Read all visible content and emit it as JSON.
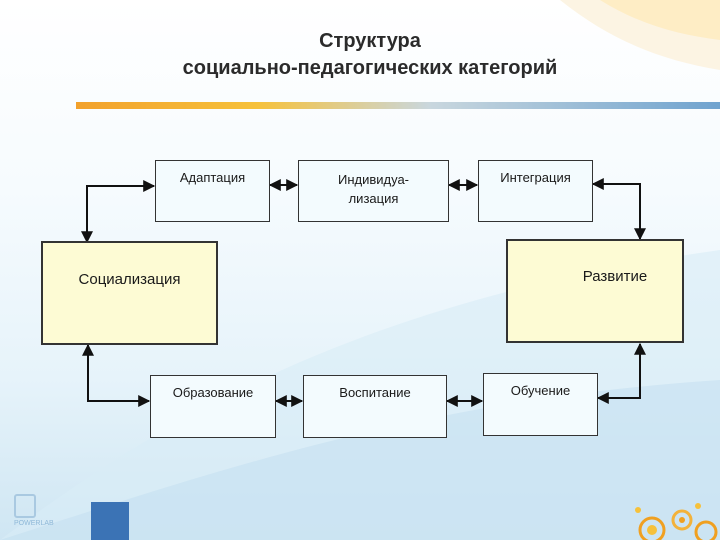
{
  "title": {
    "line1": "Структура",
    "line2": "социально-педагогических категорий"
  },
  "nodes": {
    "adaptation": "Адаптация",
    "individualization_line1": "Индивидуа-",
    "individualization_line2": "лизация",
    "integration": "Интеграция",
    "socialization": "Социализация",
    "development": "Развитие",
    "education": "Образование",
    "upbringing": "Воспитание",
    "learning": "Обучение"
  },
  "edges": [
    [
      "socialization",
      "adaptation"
    ],
    [
      "adaptation",
      "individualization"
    ],
    [
      "individualization",
      "integration"
    ],
    [
      "integration",
      "development"
    ],
    [
      "development",
      "learning"
    ],
    [
      "learning",
      "upbringing"
    ],
    [
      "upbringing",
      "education"
    ],
    [
      "education",
      "socialization"
    ]
  ],
  "colors": {
    "main_box_fill": "#fdfbd4",
    "small_box_fill": "#f3fbfe",
    "title_bar_warm": "#f2a12c",
    "title_bar_cool": "#6fa3cf"
  },
  "footer": {
    "logo_text": "POWERLAB"
  }
}
